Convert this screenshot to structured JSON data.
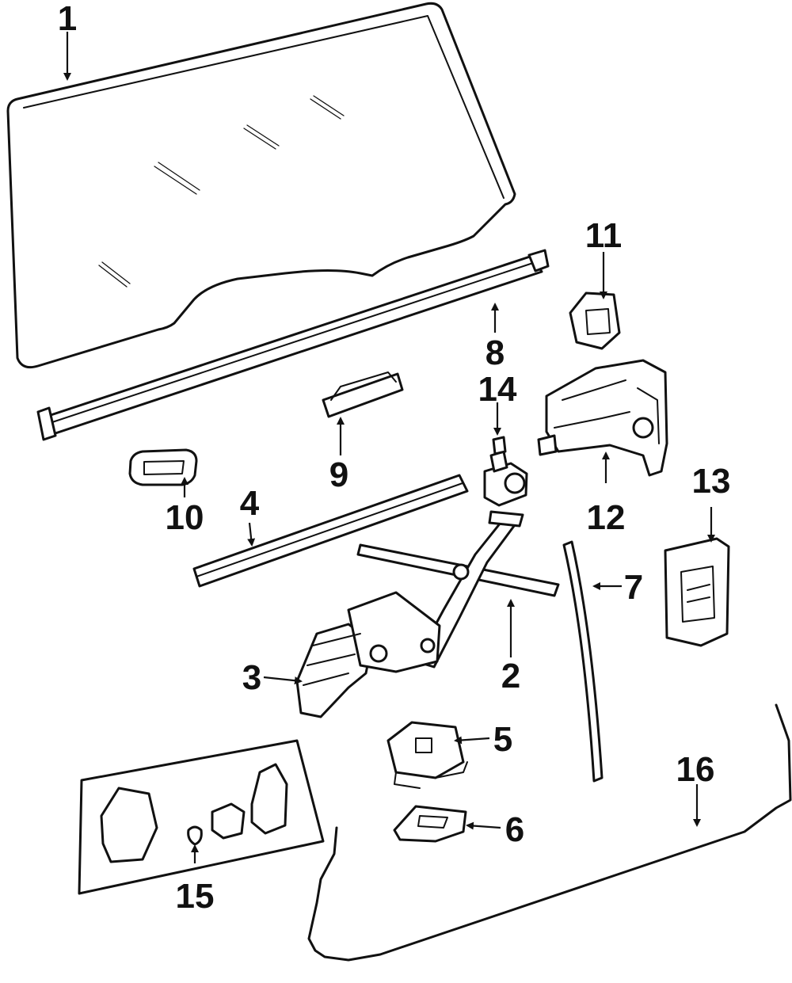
{
  "callouts": {
    "c1": "1",
    "c2": "2",
    "c3": "3",
    "c4": "4",
    "c5": "5",
    "c6": "6",
    "c7": "7",
    "c8": "8",
    "c9": "9",
    "c10": "10",
    "c11": "11",
    "c12": "12",
    "c13": "13",
    "c14": "14",
    "c15": "15",
    "c16": "16"
  },
  "colors": {
    "ink": "#111111",
    "paper": "#ffffff"
  }
}
